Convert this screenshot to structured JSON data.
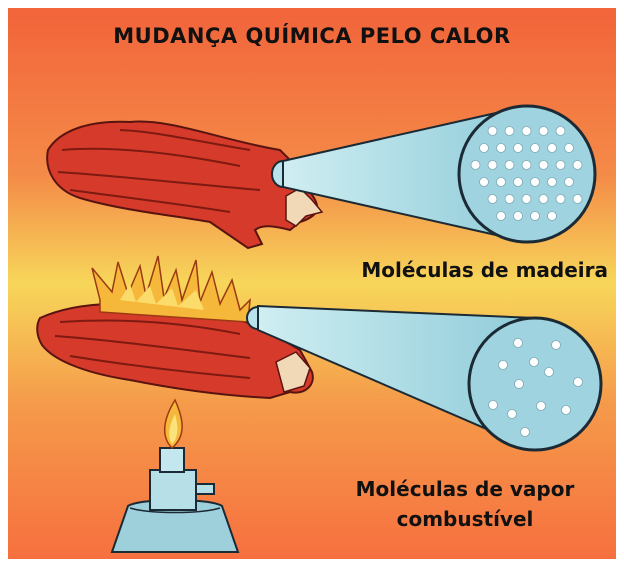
{
  "title": "MUDANÇA QUÍMICA PELO CALOR",
  "labels": {
    "wood_molecules": "Moléculas de madeira",
    "vapor_molecules_line1": "Moléculas de vapor",
    "vapor_molecules_line2": "combustível"
  },
  "colors": {
    "background_top": "#f2643a",
    "background_middle": "#f7d65a",
    "background_bottom": "#f6703f",
    "wood": "#d63a2a",
    "flame": "#f6b83a",
    "magnifier": "#a9dbe5",
    "molecule": "#ffffff",
    "burner": "#9ed0dc"
  },
  "icons": [
    "log-icon",
    "burning-log-icon",
    "magnifier-cone-icon",
    "bunsen-burner-icon",
    "flame-icon"
  ]
}
